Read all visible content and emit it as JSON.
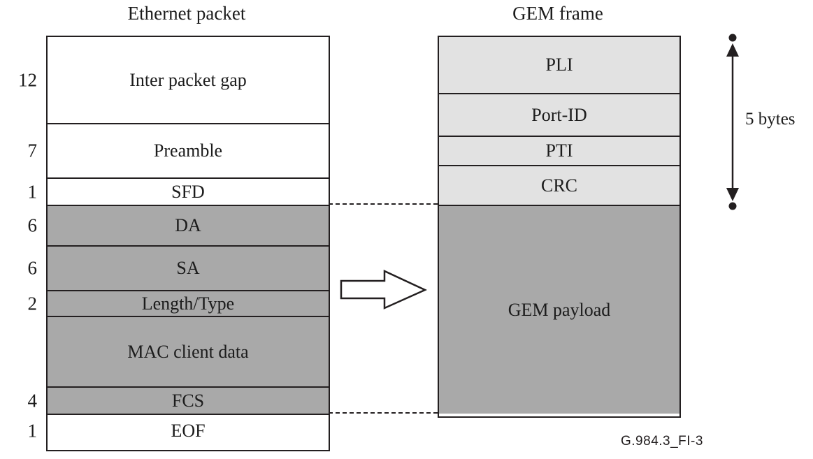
{
  "ethernet": {
    "title": "Ethernet packet",
    "rows": [
      {
        "label": "Inter packet gap",
        "bytes": "12",
        "fill": "white"
      },
      {
        "label": "Preamble",
        "bytes": "7",
        "fill": "white"
      },
      {
        "label": "SFD",
        "bytes": "1",
        "fill": "white"
      },
      {
        "label": "DA",
        "bytes": "6",
        "fill": "gray"
      },
      {
        "label": "SA",
        "bytes": "6",
        "fill": "gray"
      },
      {
        "label": "Length/Type",
        "bytes": "2",
        "fill": "gray"
      },
      {
        "label": "MAC client data",
        "bytes": "",
        "fill": "gray"
      },
      {
        "label": "FCS",
        "bytes": "4",
        "fill": "gray"
      },
      {
        "label": "EOF",
        "bytes": "1",
        "fill": "white"
      }
    ]
  },
  "gem": {
    "title": "GEM frame",
    "rows": [
      {
        "label": "PLI",
        "fill": "light"
      },
      {
        "label": "Port-ID",
        "fill": "light"
      },
      {
        "label": "PTI",
        "fill": "light"
      },
      {
        "label": "CRC",
        "fill": "light"
      },
      {
        "label": "GEM payload",
        "fill": "gray"
      }
    ]
  },
  "measure_label": "5 bytes",
  "caption": "G.984.3_FI-3",
  "colors": {
    "gray": "#a9a9a9",
    "light": "#e2e2e2",
    "line": "#231f20",
    "text": "#1c1c1c"
  }
}
